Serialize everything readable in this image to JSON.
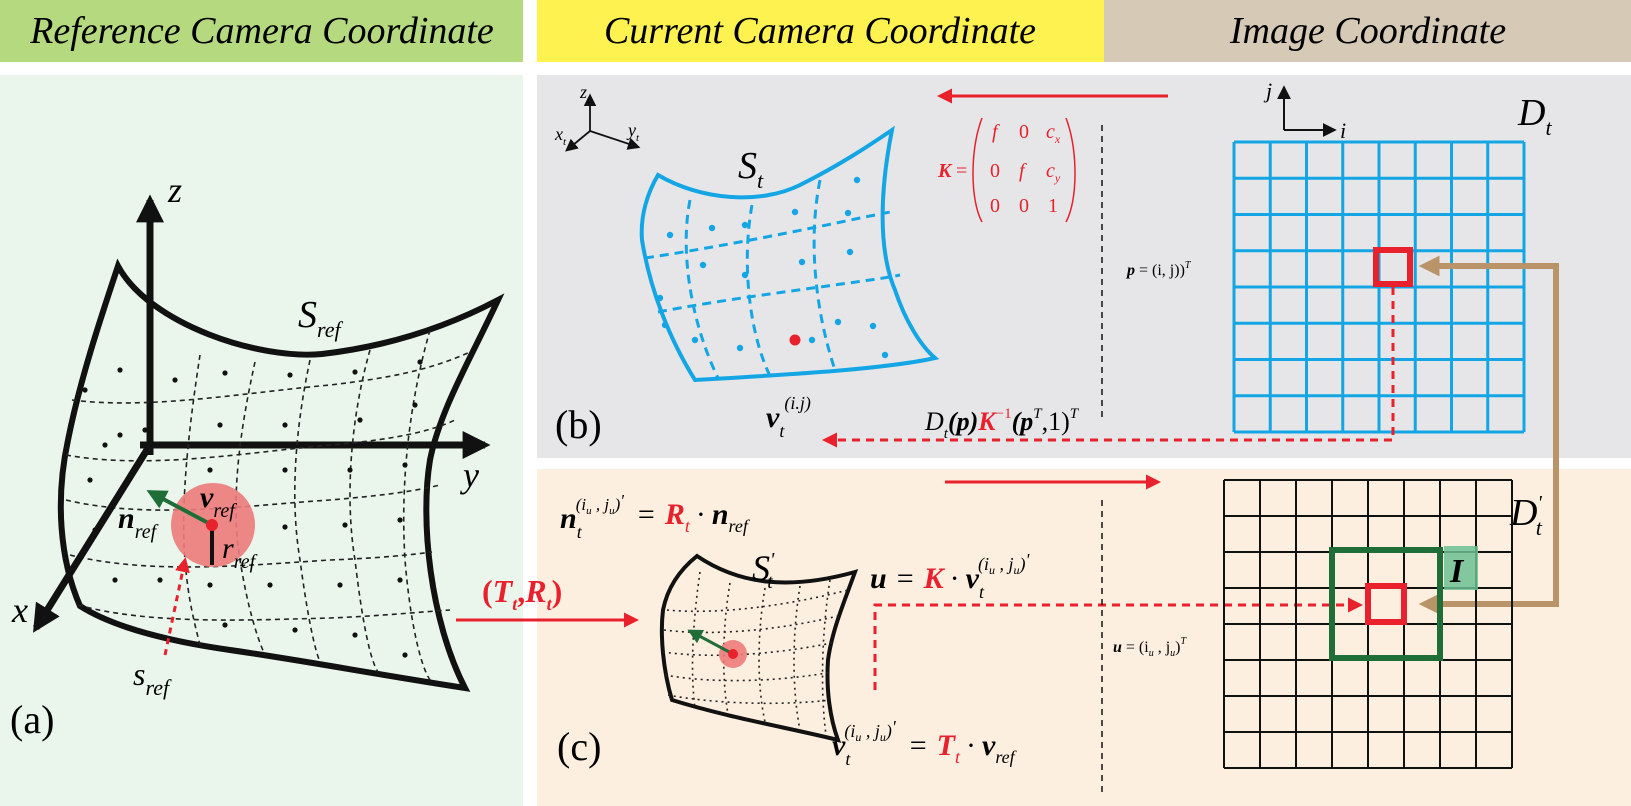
{
  "headers": {
    "reference": "Reference Camera Coordinate",
    "current": "Current Camera Coordinate",
    "image": "Image Coordinate"
  },
  "colors": {
    "reference_header": "#b5d97f",
    "current_header": "#fef250",
    "image_header": "#d6c9b6",
    "panel_a_bg": "#eaf6ec",
    "panel_b_bg": "#e6e6e9",
    "panel_c_bg": "#fdefe0",
    "accent_red": "#e8212c",
    "grid_blue": "#14a6e4",
    "arrow_tan": "#b99469",
    "window_green": "#1f6e38"
  },
  "panel_a": {
    "label": "(a)",
    "axis_z": "z",
    "axis_y": "y",
    "axis_x": "x",
    "surface": {
      "base": "S",
      "sub": "ref"
    },
    "vertex": {
      "base": "v",
      "sub": "ref"
    },
    "normal": {
      "base": "n",
      "sub": "ref"
    },
    "radius": {
      "base": "r",
      "sub": "ref"
    },
    "sample": {
      "base": "s",
      "sub": "ref"
    }
  },
  "transform": {
    "open": "(",
    "T": "T",
    "t1": "t",
    "comma": ",",
    "R": "R",
    "t2": "t",
    "close": ")"
  },
  "panel_b": {
    "label": "(b)",
    "axes": {
      "z": "z",
      "y": "y",
      "x": "x",
      "sub": "t"
    },
    "surface": {
      "base": "S",
      "sub": "t"
    },
    "vertex": {
      "base": "v",
      "sub": "t",
      "sup": "(i.j)"
    },
    "K_matrix": {
      "name": "K",
      "eq": "=",
      "rows": [
        [
          "f",
          "0",
          "c"
        ],
        [
          "0",
          "f",
          "c"
        ],
        [
          "0",
          "0",
          "1"
        ]
      ],
      "csub": [
        "x",
        "y"
      ]
    },
    "pixel": {
      "p": "p",
      "eq": "= (i, j)",
      "T": "T"
    },
    "image_axes": {
      "j": "j",
      "i": "i"
    },
    "depth": {
      "base": "D",
      "sub": "t"
    },
    "backproject": {
      "D": "D",
      "t": "t",
      "p": "(p)",
      "K": "K",
      "inv": "−1",
      "pT_open": "(p",
      "T1": "T",
      "one": ",1)",
      "T2": "T"
    }
  },
  "panel_c": {
    "label": "(c)",
    "normal_eq": {
      "n": "n",
      "t": "t",
      "sup": "(i",
      "u": "u",
      "comma": " , j",
      "u2": "u",
      "close": ")",
      "prime": "'",
      "eq": "=",
      "R": "R",
      "Rt": "t",
      "dot": "·",
      "nref": "n",
      "ref": "ref"
    },
    "surface": {
      "base": "S",
      "prime": "'",
      "sub": "t"
    },
    "u_eq": {
      "u": "u",
      "eq": "=",
      "K": "K",
      "dot": "·",
      "v": "v",
      "t": "t",
      "sup": "(i",
      "iu": "u",
      "comma": " , j",
      "ju": "u",
      "close": ")",
      "prime": "'"
    },
    "u_coord": {
      "u": "u",
      "eq": "= (i",
      "iu": "u",
      "comma": " , j",
      "ju": "u",
      "close": ")",
      "T": "T"
    },
    "v_eq": {
      "v": "v",
      "t": "t",
      "sup": "(i",
      "iu": "u",
      "comma": " , j",
      "ju": "u",
      "close": ")",
      "prime": "'",
      "eq": "=",
      "T": "T",
      "Tt": "t",
      "dot": "·",
      "vref": "v",
      "ref": "ref"
    },
    "depth": {
      "base": "D",
      "prime": "'",
      "sub": "t"
    },
    "intensity": "I"
  }
}
